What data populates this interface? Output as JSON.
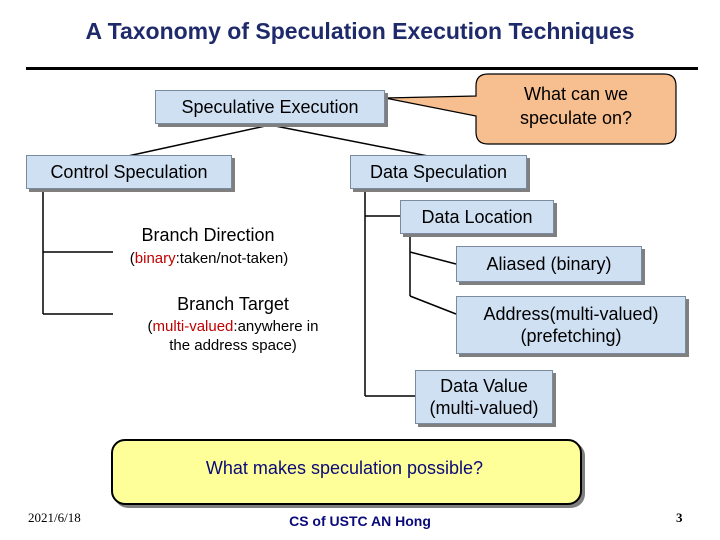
{
  "title": "A Taxonomy of Speculation Execution Techniques",
  "root": "Speculative Execution",
  "callout": [
    "What can we",
    "speculate on?"
  ],
  "control": {
    "label": "Control Speculation",
    "branch_direction": {
      "label": "Branch Direction",
      "note_red": "binary",
      "note_rest": ":taken/not-taken)",
      "note_open": "("
    },
    "branch_target": {
      "label": "Branch Target",
      "note_open": "(",
      "note_red": "multi-valued",
      "note_rest": ":anywhere in",
      "note_line2": "the address space)"
    }
  },
  "data": {
    "label": "Data Speculation",
    "location": "Data Location",
    "aliased": "Aliased (binary)",
    "address": [
      "Address(multi-valued)",
      "(prefetching)"
    ],
    "value": [
      "Data Value",
      "(multi-valued)"
    ]
  },
  "bottom": "What makes speculation possible?",
  "footer": {
    "date": "2021/6/18",
    "center": "CS of USTC AN Hong",
    "page": "3"
  }
}
